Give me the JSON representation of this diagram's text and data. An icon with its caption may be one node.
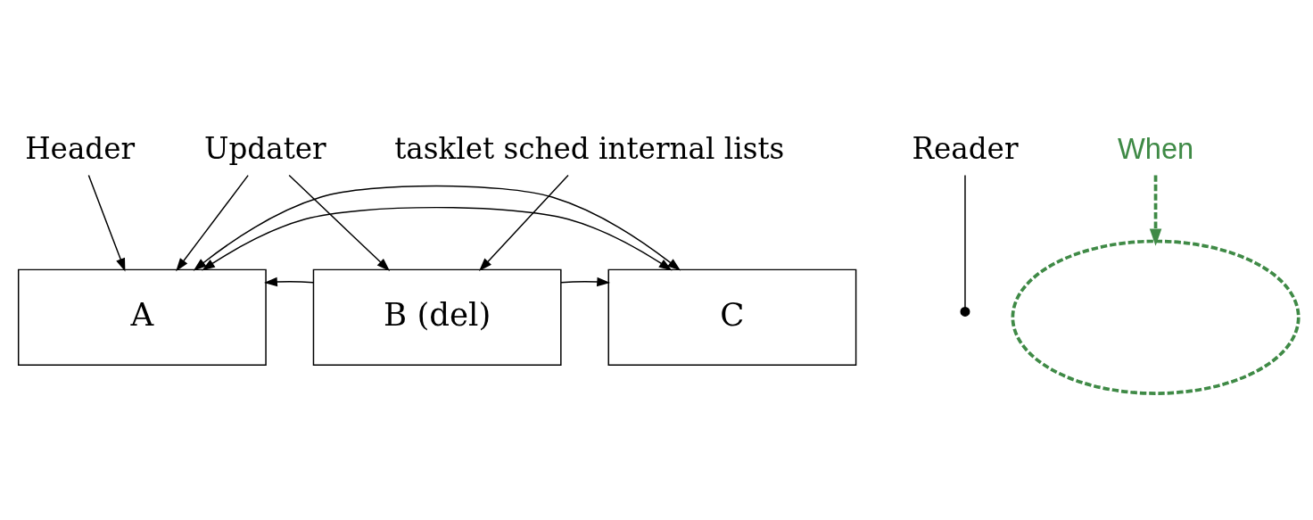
{
  "diagram": {
    "nodes": [
      {
        "text": [
          "Header"
        ]
      },
      {
        "text": [
          "Updater"
        ]
      },
      {
        "text": [
          "tasklet sched internal lists"
        ]
      },
      {
        "text": [
          "Reader"
        ]
      },
      {
        "text": [
          "A"
        ]
      },
      {
        "text": [
          "B (del)"
        ]
      },
      {
        "text": [
          "C"
        ]
      },
      {
        "text": [],
        "shape": "ellipse"
      },
      {
        "text": [
          "When"
        ]
      }
    ],
    "edges": [
      {
        "from": 0,
        "to": 4,
        "arrow": "to"
      },
      {
        "from": 1,
        "to": 4,
        "arrow": "to"
      },
      {
        "from": 1,
        "to": 5,
        "arrow": "to"
      },
      {
        "from": 2,
        "to": 5,
        "arrow": "to"
      },
      {
        "from": 3,
        "to": null,
        "arrow": "other"
      },
      {
        "from": 5,
        "to": 4,
        "arrow": "to"
      },
      {
        "from": 5,
        "to": 6,
        "arrow": "to"
      },
      {
        "from": 4,
        "to": 6,
        "arrow": "both"
      },
      {
        "from": 4,
        "to": 6,
        "arrow": "both"
      },
      {
        "from": 8,
        "to": 7,
        "arrow": "to",
        "style": "dashed",
        "color": "#3f8a46"
      }
    ]
  }
}
